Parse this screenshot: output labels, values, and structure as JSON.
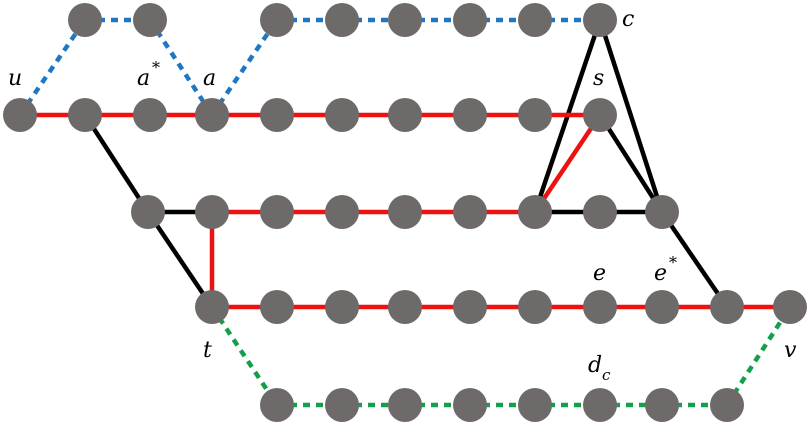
{
  "colors": {
    "node": "#6e6a6a",
    "red_edge": "#ee1111",
    "black_edge": "#000000",
    "blue_dashed": "#1f77c4",
    "green_dashed": "#12a04a"
  },
  "labels": {
    "u": "u",
    "a_star": "a",
    "a_star_sup": "*",
    "a": "a",
    "c": "c",
    "s": "s",
    "e": "e",
    "e_star": "e",
    "e_star_sup": "*",
    "t": "t",
    "v": "v",
    "d_c": "d",
    "d_c_sub": "c"
  }
}
